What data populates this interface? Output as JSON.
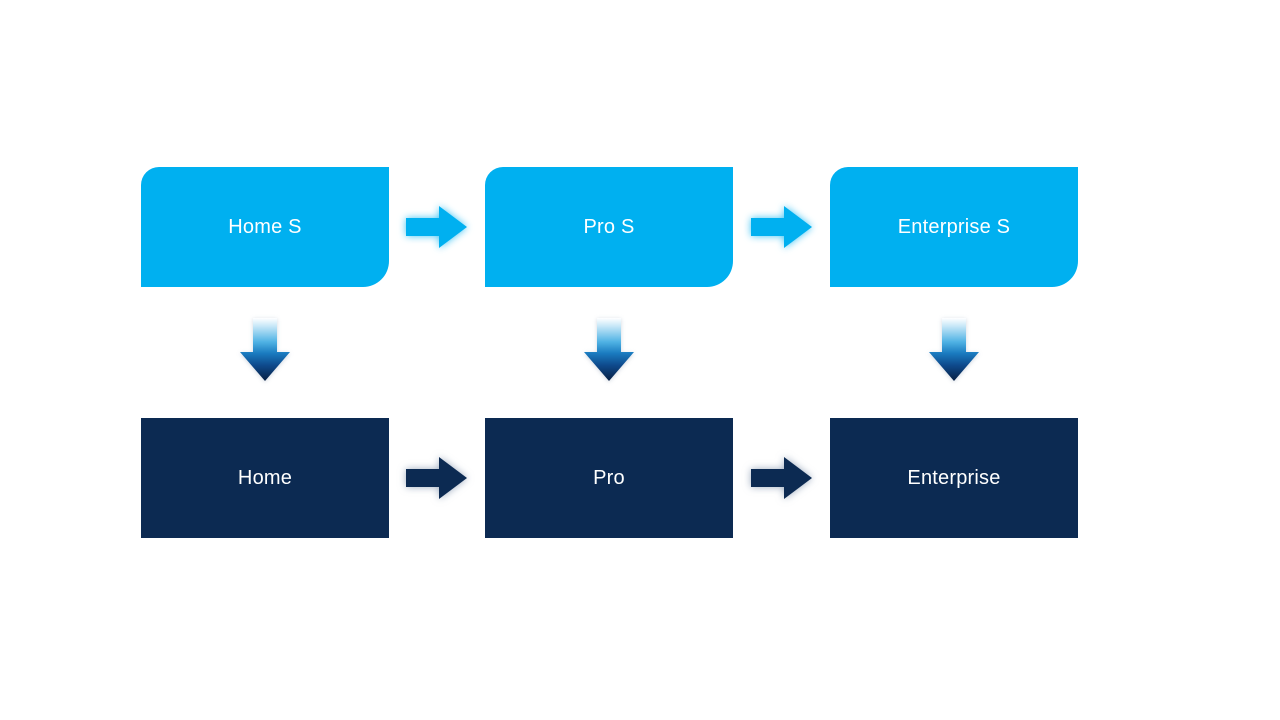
{
  "diagram": {
    "top_row": [
      {
        "label": "Home S"
      },
      {
        "label": "Pro S"
      },
      {
        "label": "Enterprise S"
      }
    ],
    "bottom_row": [
      {
        "label": "Home"
      },
      {
        "label": "Pro"
      },
      {
        "label": "Enterprise"
      }
    ],
    "colors": {
      "light_blue": "#00B0F0",
      "dark_navy": "#0C2A52",
      "text": "#FFFFFF",
      "background": "#FFFFFF",
      "gradient_arrow_top": "#FFFFFF",
      "gradient_arrow_mid": "#1A7BC0",
      "gradient_arrow_bottom": "#071F42"
    }
  }
}
